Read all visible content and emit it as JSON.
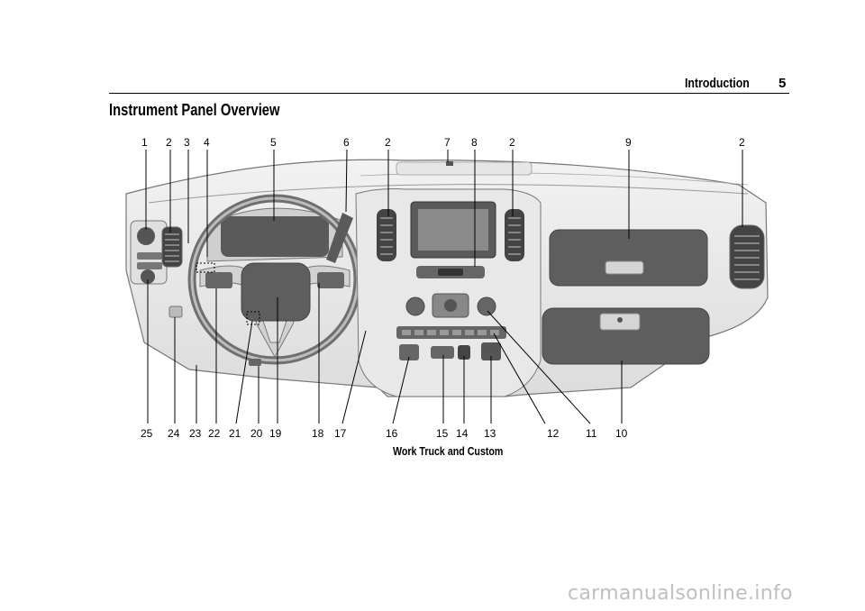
{
  "header": {
    "section": "Introduction",
    "page": "5"
  },
  "title": "Instrument Panel Overview",
  "figure": {
    "top_callouts": [
      "1",
      "2",
      "3",
      "4",
      "5",
      "6",
      "2",
      "7",
      "8",
      "2",
      "9",
      "2"
    ],
    "bottom_callouts": [
      "25",
      "24",
      "23",
      "22",
      "21",
      "20",
      "19",
      "18",
      "17",
      "16",
      "15",
      "14",
      "13",
      "12",
      "11",
      "10"
    ],
    "caption": "Work Truck and Custom"
  },
  "watermark": "carmanualsonline.info"
}
